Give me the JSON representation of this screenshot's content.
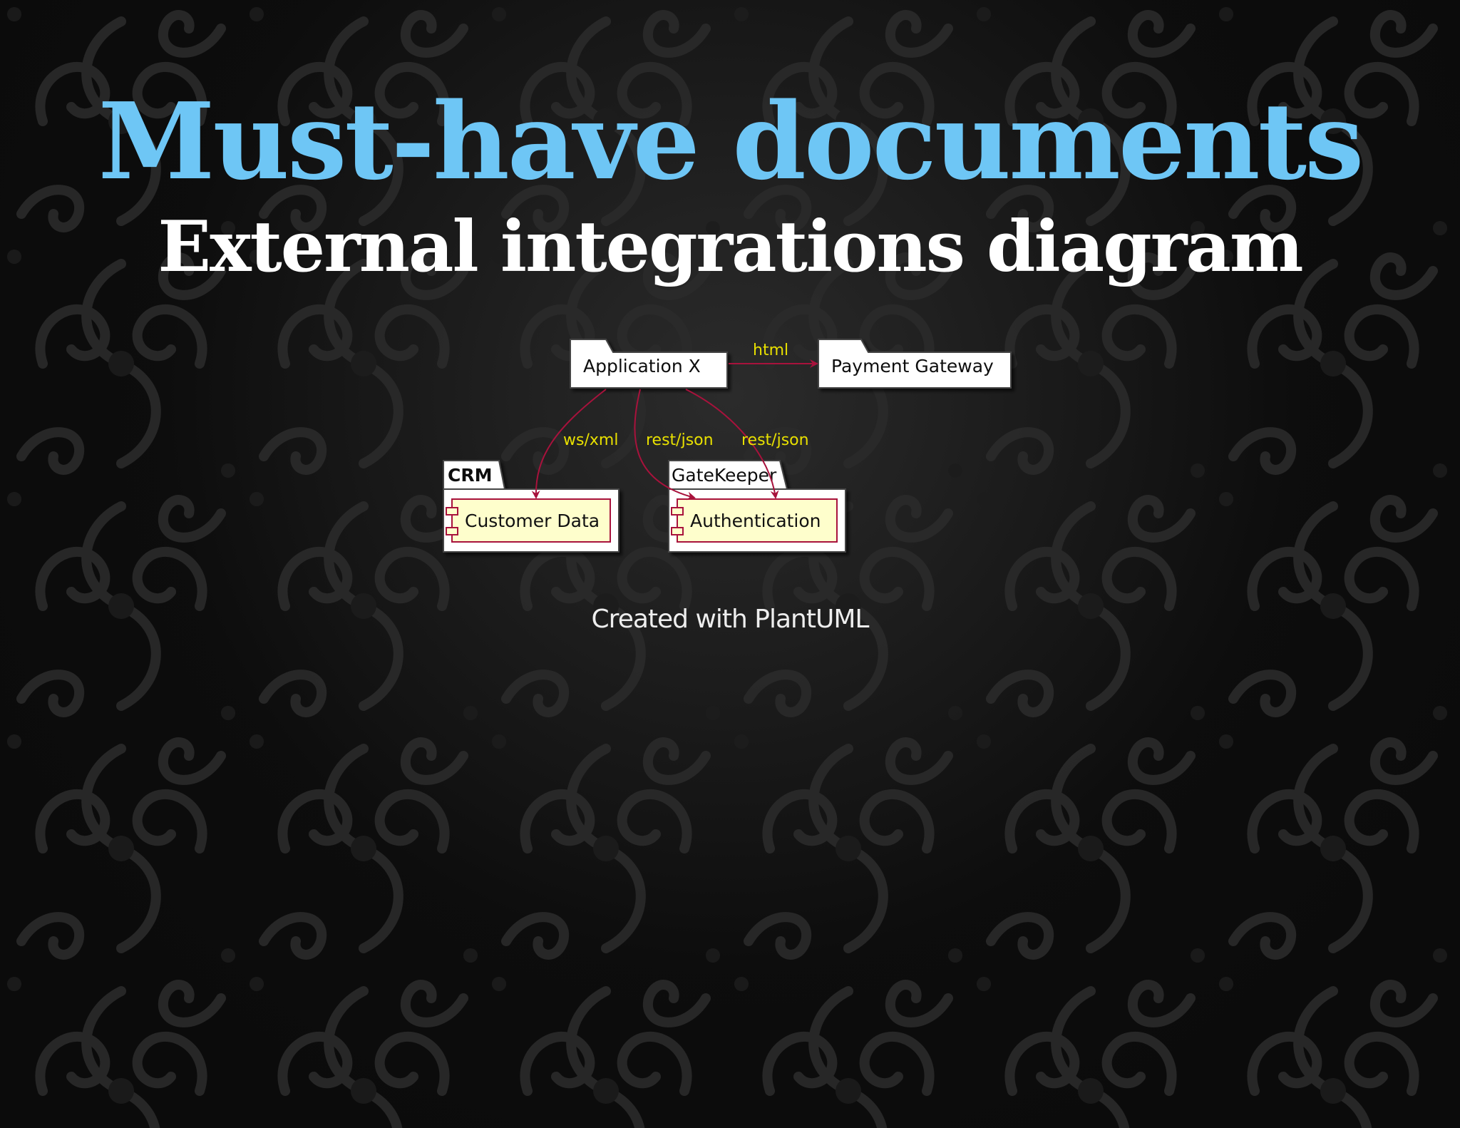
{
  "slide": {
    "title": "Must-have documents",
    "subtitle": "External integrations diagram",
    "footer": "Created with PlantUML"
  },
  "diagram": {
    "nodes": {
      "app": "Application X",
      "payment": "Payment Gateway",
      "crm_package": "CRM",
      "customer_data": "Customer Data",
      "gatekeeper_package": "GateKeeper",
      "authentication": "Authentication"
    },
    "edges": {
      "html": "html",
      "ws_xml": "ws/xml",
      "rest_json_1": "rest/json",
      "rest_json_2": "rest/json"
    },
    "colors": {
      "title": "#6ec6f5",
      "arrow": "#a8123c",
      "edge_label": "#e8e000",
      "component_fill": "#fefecc",
      "component_border": "#a8123c"
    }
  }
}
